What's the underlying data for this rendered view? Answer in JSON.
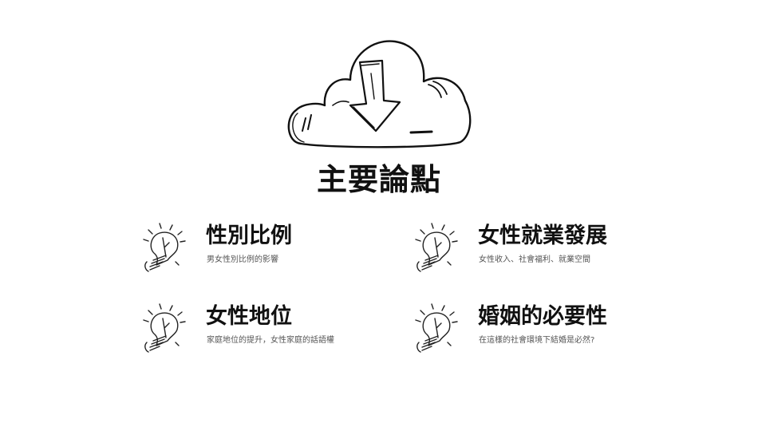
{
  "slide": {
    "title": "主要論點",
    "icons": {
      "header": "cloud-download-icon",
      "bullet": "lightbulb-icon"
    },
    "points": [
      {
        "title": "性別比例",
        "description": "男女性別比例的影響"
      },
      {
        "title": "女性就業發展",
        "description": "女性收入、社會福利、就業空間"
      },
      {
        "title": "女性地位",
        "description": "家庭地位的提升，女性家庭的話語權"
      },
      {
        "title": "婚姻的必要性",
        "description": "在這樣的社會環境下結婚是必然?"
      }
    ]
  }
}
